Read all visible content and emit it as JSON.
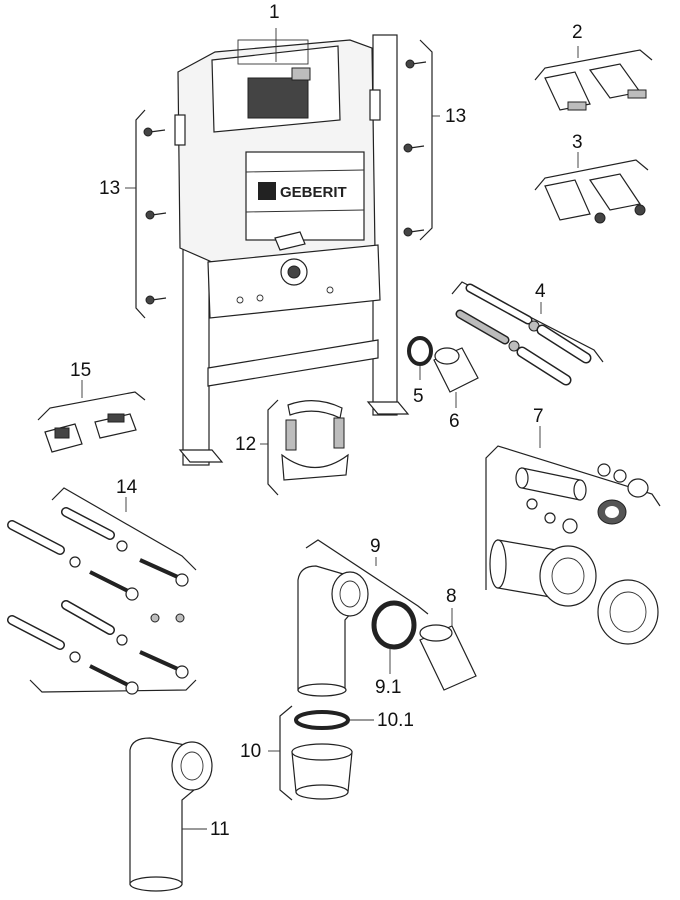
{
  "logo_text": "GEBERIT",
  "callouts": {
    "c1": "1",
    "c2": "2",
    "c3": "3",
    "c4": "4",
    "c5": "5",
    "c6": "6",
    "c7": "7",
    "c8": "8",
    "c9": "9",
    "c9_1": "9.1",
    "c10": "10",
    "c10_1": "10.1",
    "c11": "11",
    "c12": "12",
    "c13_left": "13",
    "c13_right": "13",
    "c14": "14",
    "c15": "15"
  }
}
